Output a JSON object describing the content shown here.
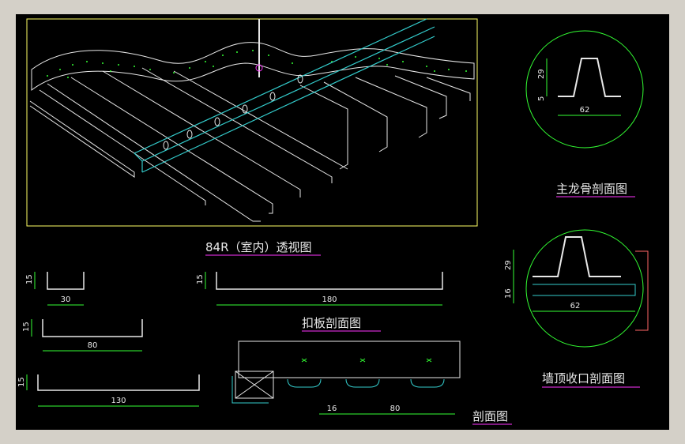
{
  "titles": {
    "perspective": "84R（室内）透视图",
    "main_keel": "主龙骨剖面图",
    "clip_plate": "扣板剖面图",
    "section": "剖面图",
    "wall_edge": "墙顶收口剖面图"
  },
  "dimensions": {
    "p30_w": "30",
    "p30_h": "15",
    "p80_w": "80",
    "p80_h": "15",
    "p130_w": "130",
    "p130_h": "15",
    "p180_w": "180",
    "p180_h": "15",
    "keel_h": "29",
    "keel_flange": "5",
    "keel_w": "62",
    "wall_h1": "29",
    "wall_h2": "16",
    "wall_w": "62",
    "sec_gap": "16",
    "sec_w": "80"
  },
  "colors": {
    "background": "#000000",
    "frame": "#d4d0c8",
    "outline": "#ffff66",
    "circle": "#33ff33",
    "geometry": "#e8e8e8",
    "keel": "#33cccc",
    "dim_line": "#33ff33",
    "title_underline": "#ff33ff",
    "hatch": "#ff6666"
  }
}
